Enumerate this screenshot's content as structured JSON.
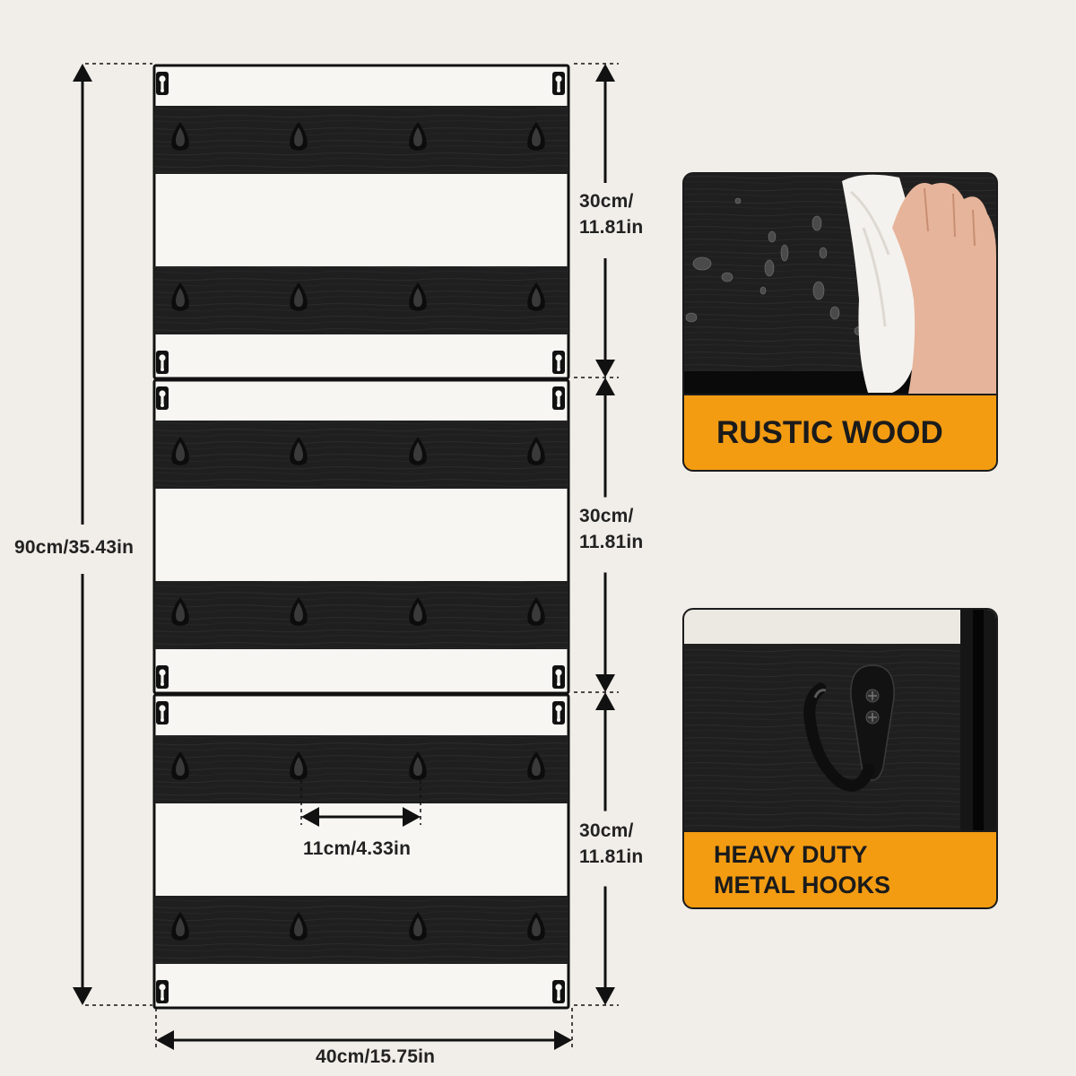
{
  "dimensions": {
    "total_height": "90cm/35.43in",
    "width": "40cm/15.75in",
    "hook_spacing": "11cm/4.33in",
    "panel_height_lines": [
      "30cm/",
      "11.81in"
    ]
  },
  "features": [
    {
      "title_lines": [
        "RUSTIC WOOD"
      ]
    },
    {
      "title_lines": [
        "HEAVY DUTY",
        "METAL HOOKS"
      ]
    }
  ],
  "colors": {
    "background": "#f1eee9",
    "wood": "#1e1e1e",
    "accent": "#f39c12",
    "line": "#111111"
  },
  "panel_count": 3,
  "hooks_per_board": 4
}
